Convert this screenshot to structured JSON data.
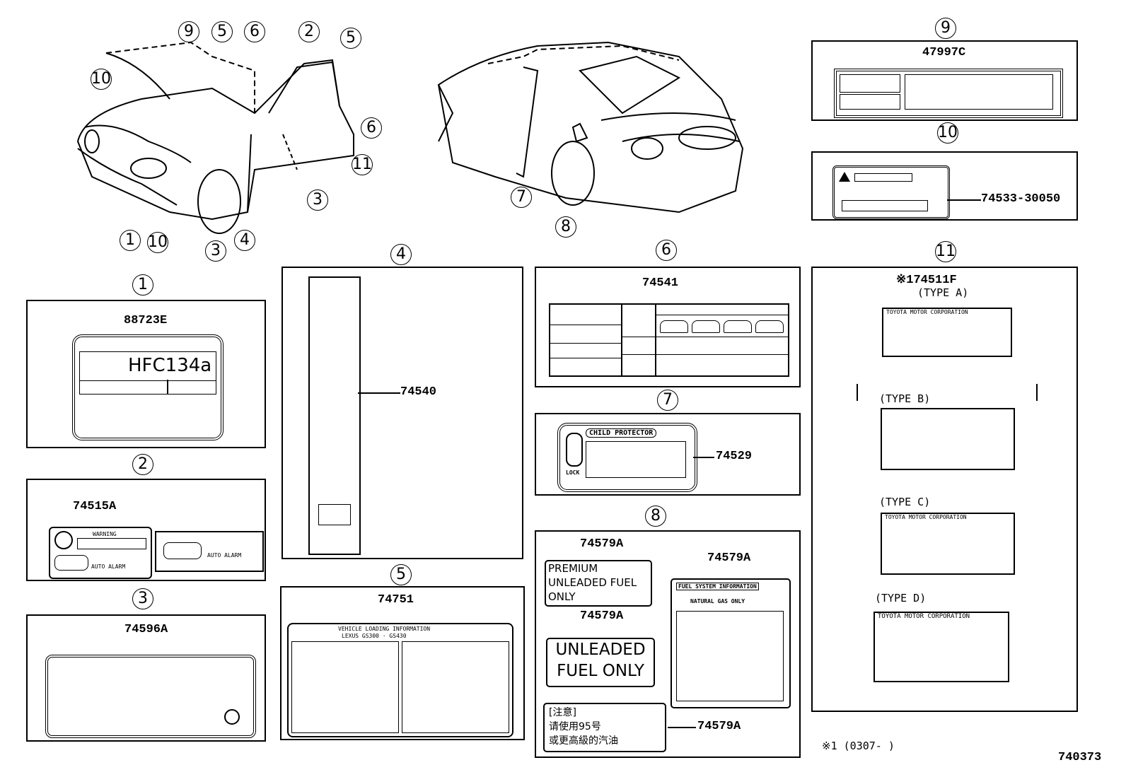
{
  "car_callouts": {
    "front": [
      "9",
      "5",
      "6",
      "2",
      "5",
      "10",
      "6",
      "11",
      "3",
      "1",
      "10",
      "3",
      "4"
    ],
    "rear": [
      "7",
      "8"
    ]
  },
  "panels": {
    "p1": {
      "num": "1",
      "part": "88723E",
      "label_text": "HFC134a"
    },
    "p2": {
      "num": "2",
      "part": "74515A",
      "warning_text": "WARNING",
      "alarm_text_1": "AUTO ALARM",
      "alarm_text_2": "AUTO ALARM"
    },
    "p3": {
      "num": "3",
      "part": "74596A"
    },
    "p4": {
      "num": "4",
      "part": "74540"
    },
    "p5": {
      "num": "5",
      "part": "74751",
      "header_1": "VEHICLE LOADING INFORMATION",
      "header_2": "LEXUS GS300 · GS430"
    },
    "p6": {
      "num": "6",
      "part": "74541"
    },
    "p7": {
      "num": "7",
      "part": "74529",
      "title": "CHILD PROTECTOR",
      "lock": "LOCK"
    },
    "p8": {
      "num": "8",
      "part_a": "74579A",
      "part_b": "74579A",
      "part_c": "74579A",
      "part_d": "74579A",
      "premium_1": "PREMIUM",
      "premium_2": "UNLEADED FUEL",
      "premium_3": "ONLY",
      "unleaded_1": "UNLEADED",
      "unleaded_2": "FUEL ONLY",
      "fuel_sys_title": "FUEL SYSTEM INFORMATION",
      "fuel_sys_sub": "NATURAL GAS ONLY",
      "cn_title": "[注意]",
      "cn_1": "请使用95号",
      "cn_2": "或更高級的汽油"
    },
    "p9": {
      "num": "9",
      "part": "47997C"
    },
    "p10": {
      "num": "10",
      "part": "74533-30050"
    },
    "p11": {
      "num": "11",
      "part": "※174511F",
      "type_a": "(TYPE A)",
      "type_b": "(TYPE B)",
      "type_c": "(TYPE C)",
      "type_d": "(TYPE D)",
      "corp": "TOYOTA MOTOR CORPORATION"
    }
  },
  "footnote": "※1 (0307-      )",
  "diagram_id": "740373"
}
